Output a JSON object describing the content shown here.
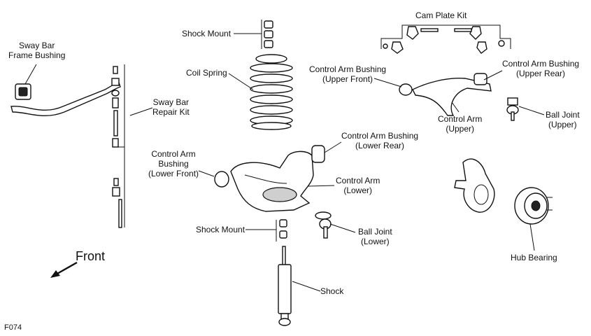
{
  "labels": {
    "sway_bar_frame_bushing": [
      "Sway Bar",
      "Frame Bushing"
    ],
    "shock_mount_upper": "Shock Mount",
    "coil_spring": "Coil Spring",
    "sway_bar_repair_kit": [
      "Sway Bar",
      "Repair Kit"
    ],
    "cam_plate_kit": "Cam Plate Kit",
    "control_arm_bushing_upper_front": [
      "Control Arm Bushing",
      "(Upper Front)"
    ],
    "control_arm_bushing_upper_rear": [
      "Control Arm Bushing",
      "(Upper Rear)"
    ],
    "control_arm_upper": [
      "Control Arm",
      "(Upper)"
    ],
    "ball_joint_upper": [
      "Ball Joint",
      "(Upper)"
    ],
    "control_arm_bushing_lower_rear": [
      "Control Arm Bushing",
      "(Lower Rear)"
    ],
    "control_arm_bushing_lower_front": [
      "Control Arm",
      "Bushing",
      "(Lower Front)"
    ],
    "control_arm_lower": [
      "Control Arm",
      "(Lower)"
    ],
    "shock_mount_lower": "Shock Mount",
    "ball_joint_lower": [
      "Ball Joint",
      "(Lower)"
    ],
    "shock": "Shock",
    "hub_bearing": "Hub Bearing"
  },
  "front_indicator": "Front",
  "diagram_code": "F074"
}
